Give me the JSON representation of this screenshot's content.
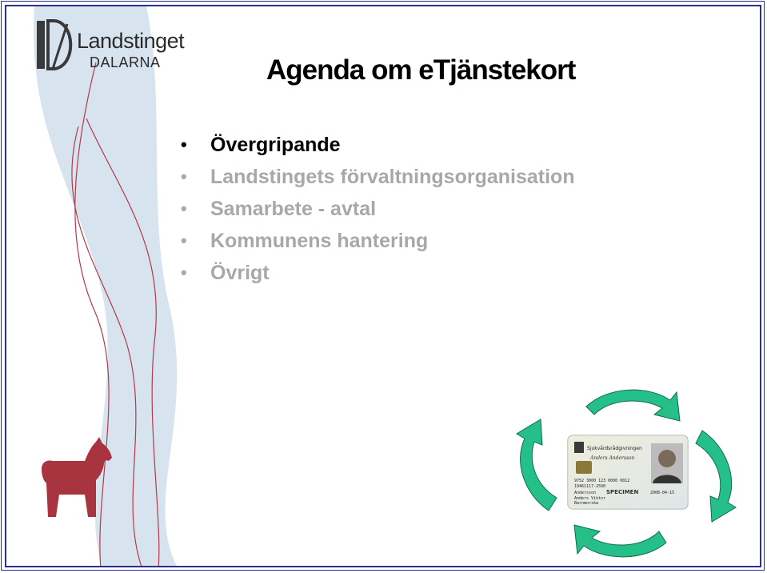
{
  "logo": {
    "line1": "Landstinget",
    "line2": "DALARNA"
  },
  "title": "Agenda om eTjänstekort",
  "agenda": [
    {
      "label": "Övergripande",
      "state": "active"
    },
    {
      "label": "Landstingets förvaltningsorganisation",
      "state": "dim"
    },
    {
      "label": "Samarbete - avtal",
      "state": "dim"
    },
    {
      "label": "Kommunens hantering",
      "state": "dim"
    },
    {
      "label": "Övrigt",
      "state": "dim"
    }
  ],
  "card": {
    "issuer": "Sjukvårdsrådgivningen",
    "number": "9752 3000 123 0000 0012",
    "pnr": "19461117-2590",
    "surname": "Andersson",
    "given": "Anders Viktor",
    "role": "Barnmorska",
    "specimen": "SPECIMEN",
    "date": "2008-04-15"
  },
  "colors": {
    "frame": "#2a2f8f",
    "wave": "#d7e3ee",
    "curve": "#b33a47",
    "horse": "#a8343f",
    "arrow": "#25c08a",
    "text_dim": "#a8a8a8"
  }
}
